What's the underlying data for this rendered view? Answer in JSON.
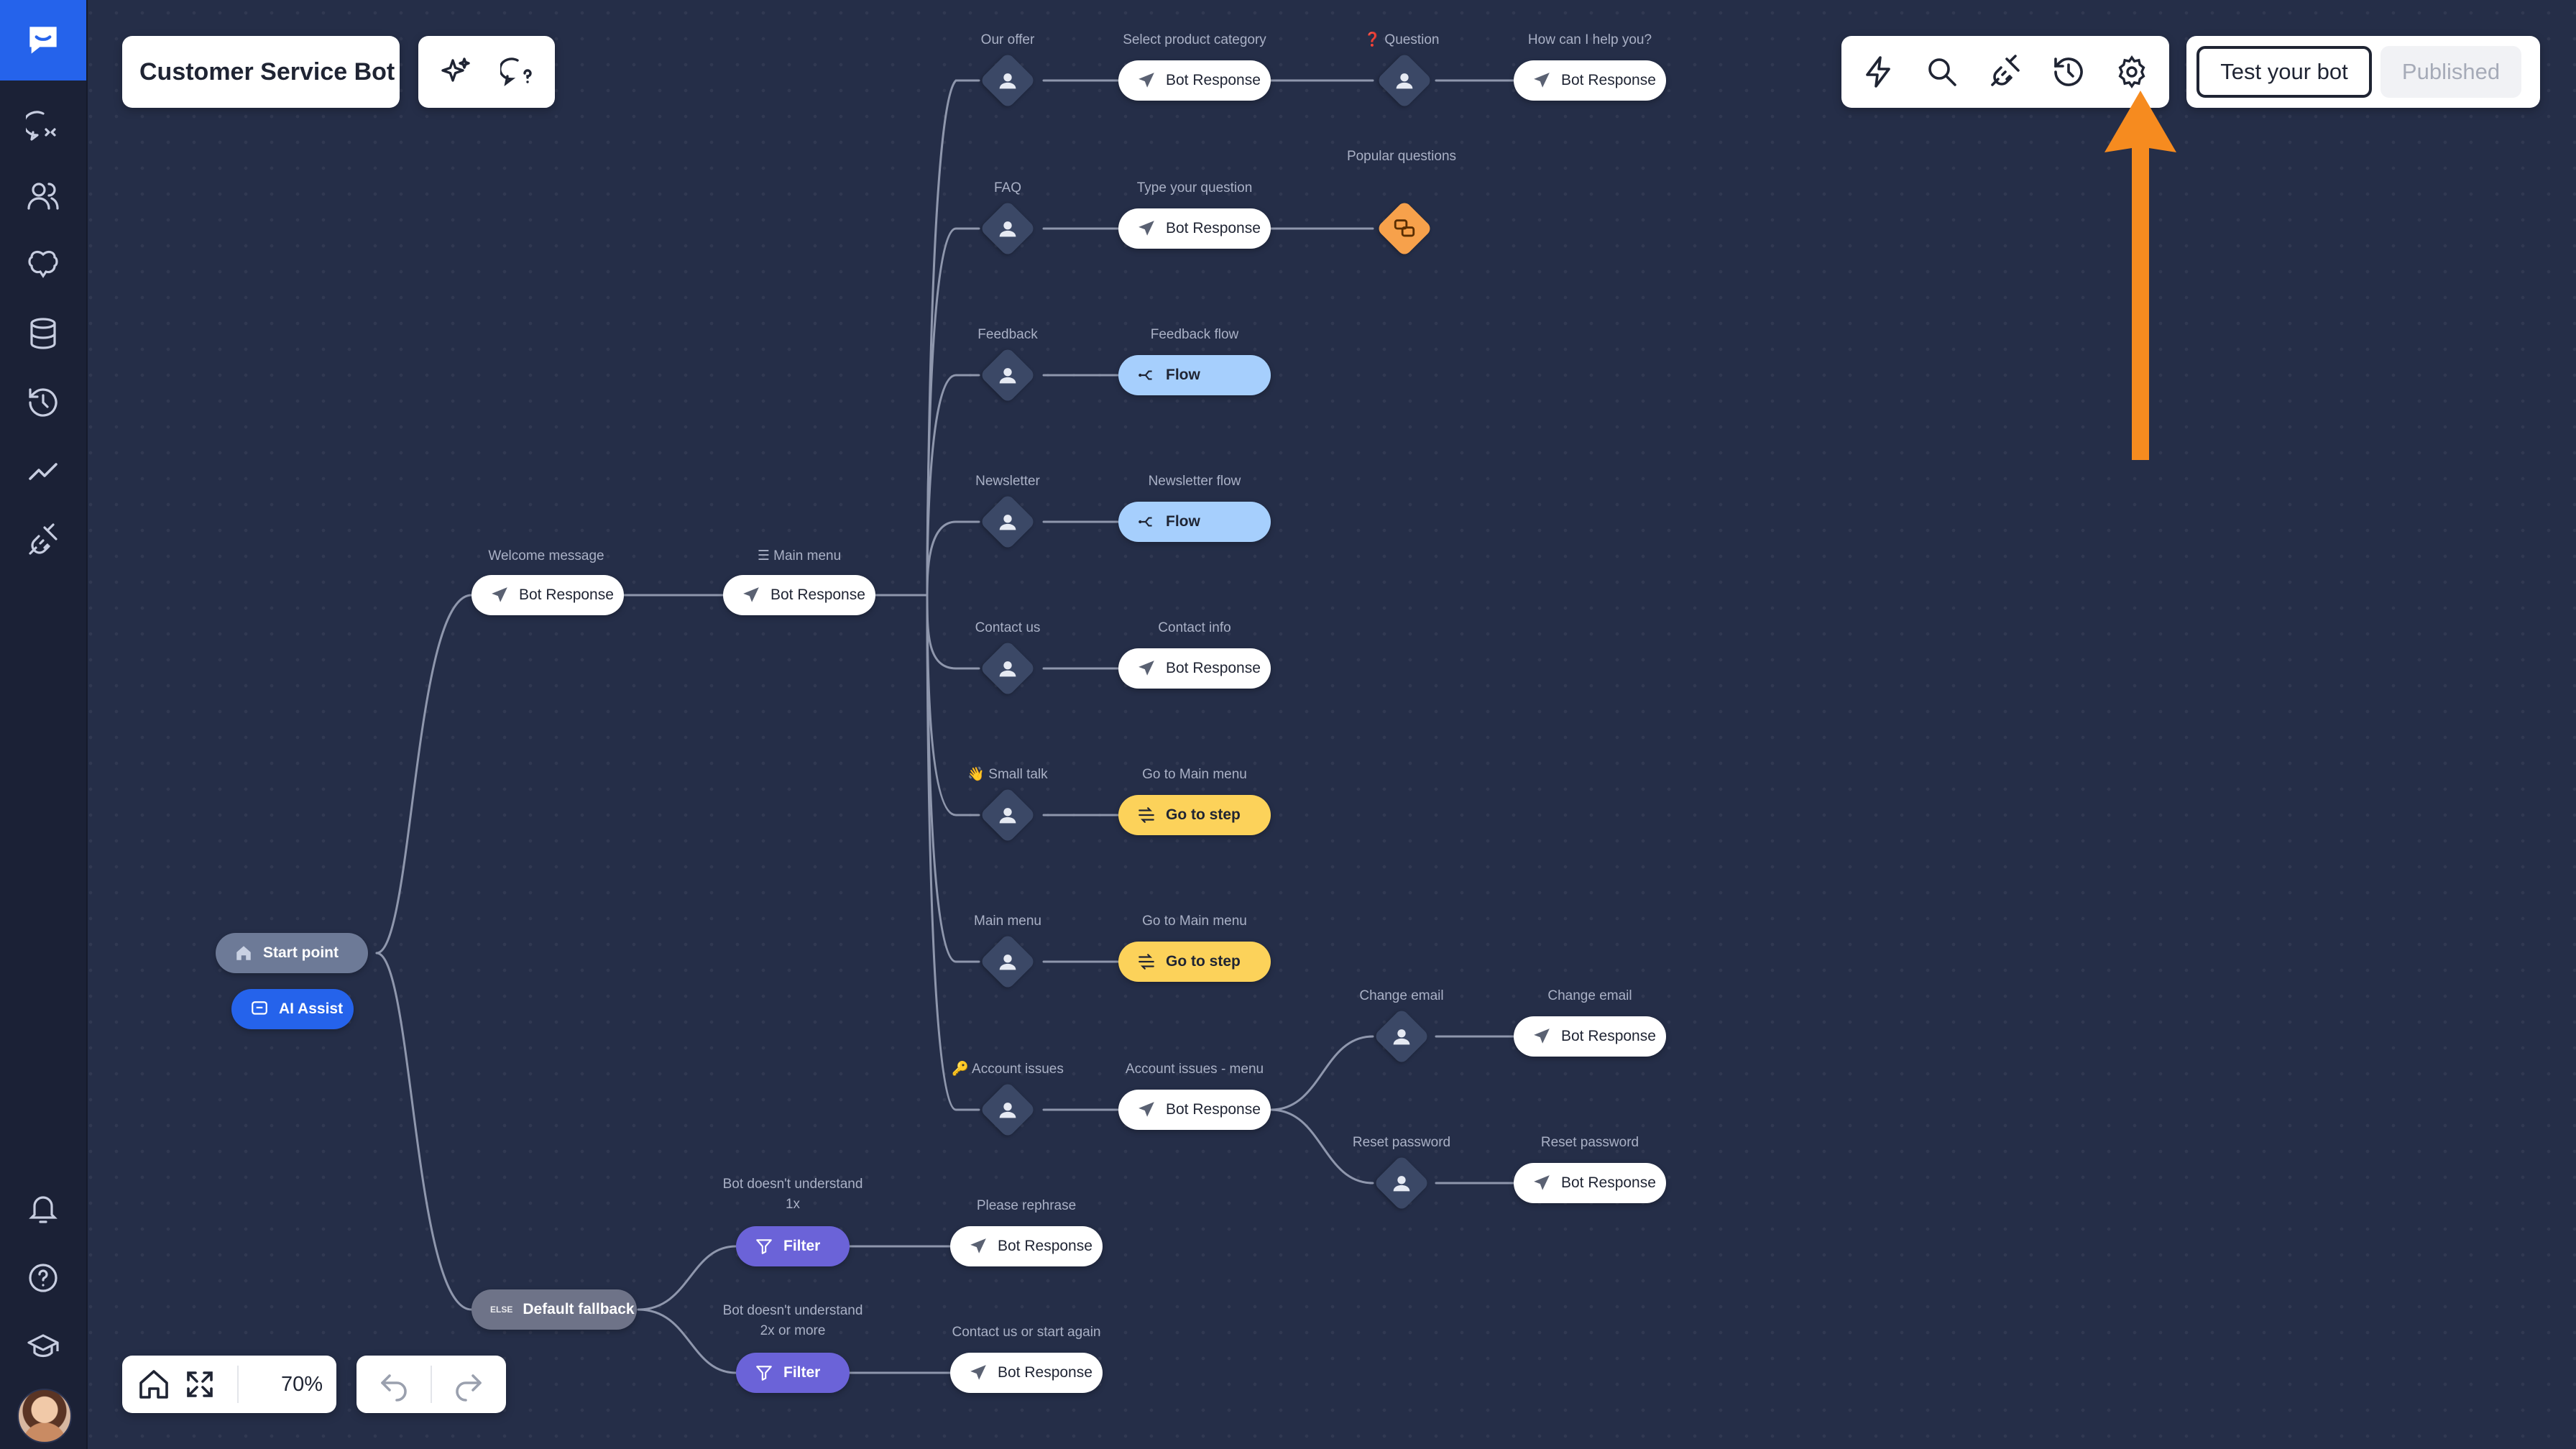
{
  "app": {
    "bot_name": "Customer Service Bot",
    "test_label": "Test your bot",
    "published_label": "Published",
    "zoom": "70%",
    "accent": "#2563eb",
    "arrow_color": "#f68b1f"
  },
  "sidebar": {
    "top_items": [
      "chat-bubble-icon",
      "users-icon",
      "brain-icon",
      "database-icon",
      "history-icon",
      "analytics-icon",
      "plug-icon"
    ],
    "bottom_items": [
      "bell-icon",
      "help-icon",
      "graduation-cap-icon",
      "avatar"
    ]
  },
  "flow": {
    "start": "Start point",
    "ai_assist": "AI Assist",
    "welcome": {
      "label": "Welcome message",
      "node": "Bot Response"
    },
    "main_menu": {
      "label": "Main menu",
      "node": "Bot Response"
    },
    "fallback": {
      "tag": "ELSE",
      "label": "Default fallback"
    },
    "branches": [
      {
        "label": "Our offer",
        "node_label": "Select product category",
        "node": "Bot Response"
      },
      {
        "label": "FAQ",
        "node_label": "Type your question",
        "node": "Bot Response"
      },
      {
        "label": "Feedback",
        "node_label": "Feedback flow",
        "node": "Flow"
      },
      {
        "label": "Newsletter",
        "node_label": "Newsletter flow",
        "node": "Flow"
      },
      {
        "label": "Contact us",
        "node_label": "Contact info",
        "node": "Bot Response"
      },
      {
        "label": "👋 Small talk",
        "node_label": "Go to Main menu",
        "node": "Go to step"
      },
      {
        "label": "Main menu",
        "node_label": "Go to Main menu",
        "node": "Go to step"
      },
      {
        "label": "🔑 Account issues",
        "node_label": "Account issues - menu",
        "node": "Bot Response"
      }
    ],
    "offer_question": {
      "label": "❓ Question",
      "next_label": "How can I help you?",
      "next_node": "Bot Response"
    },
    "popular_questions": "Popular questions",
    "account_sub": [
      {
        "label": "Change email",
        "node_label": "Change email",
        "node": "Bot Response"
      },
      {
        "label": "Reset password",
        "node_label": "Reset password",
        "node": "Bot Response"
      }
    ],
    "fallback_branches": [
      {
        "label": "Bot doesn't understand 1x",
        "node": "Filter",
        "next_label": "Please rephrase",
        "next_node": "Bot Response"
      },
      {
        "label": "Bot doesn't understand 2x or more",
        "node": "Filter",
        "next_label": "Contact us or start again",
        "next_node": "Bot Response"
      }
    ]
  }
}
